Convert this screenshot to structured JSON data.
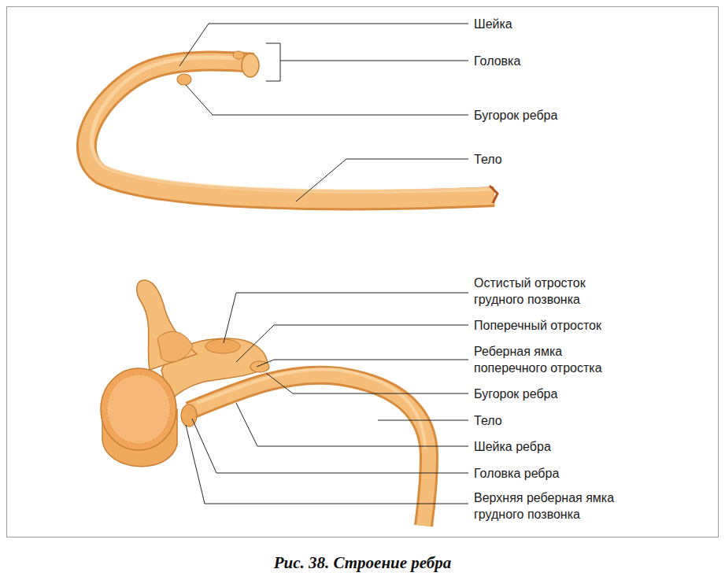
{
  "diagram": {
    "caption": "Рис. 38. Строение ребра",
    "labels": [
      "Шейка",
      "Головка",
      "Бугорок ребра",
      "Тело",
      "Остистый отросток грудного позвонка",
      "Поперечный отросток",
      "Реберная ямка поперечного отростка",
      "Бугорок ребра",
      "Тело",
      "Шейка ребра",
      "Головка ребра",
      "Верхняя реберная ямка грудного позвонка"
    ]
  }
}
